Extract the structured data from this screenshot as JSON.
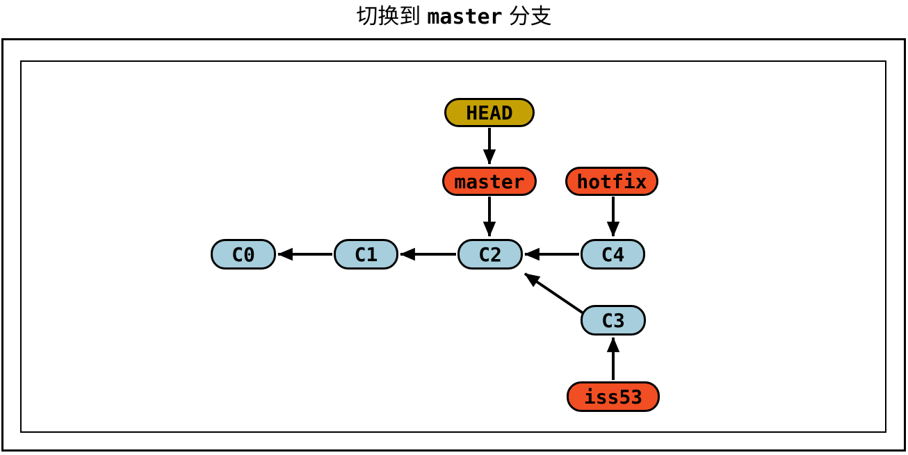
{
  "figure": {
    "title": {
      "prefix": "切换到",
      "code": "master",
      "suffix": "分支"
    }
  },
  "diagram": {
    "nodes": {
      "head": {
        "label": "HEAD",
        "type": "head-pointer"
      },
      "master": {
        "label": "master",
        "type": "branch"
      },
      "hotfix": {
        "label": "hotfix",
        "type": "branch"
      },
      "c0": {
        "label": "C0",
        "type": "commit"
      },
      "c1": {
        "label": "C1",
        "type": "commit"
      },
      "c2": {
        "label": "C2",
        "type": "commit"
      },
      "c3": {
        "label": "C3",
        "type": "commit"
      },
      "c4": {
        "label": "C4",
        "type": "commit"
      },
      "iss53": {
        "label": "iss53",
        "type": "branch"
      }
    },
    "edges": [
      {
        "from": "HEAD",
        "to": "master"
      },
      {
        "from": "master",
        "to": "C2"
      },
      {
        "from": "hotfix",
        "to": "C4"
      },
      {
        "from": "C1",
        "to": "C0"
      },
      {
        "from": "C2",
        "to": "C1"
      },
      {
        "from": "C4",
        "to": "C2"
      },
      {
        "from": "C3",
        "to": "C2"
      },
      {
        "from": "iss53",
        "to": "C3"
      }
    ],
    "colors": {
      "commit_fill": "#A6CEDC",
      "branch_fill": "#F24E23",
      "head_fill": "#C5A005",
      "outline": "#000000"
    }
  }
}
